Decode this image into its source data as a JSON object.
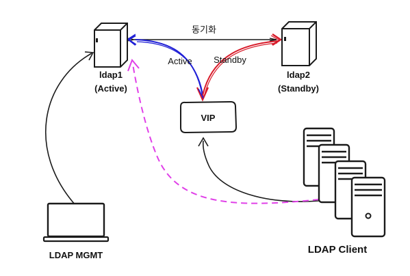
{
  "nodes": {
    "ldap1": {
      "name": "ldap1",
      "role": "(Active)"
    },
    "ldap2": {
      "name": "ldap2",
      "role": "(Standby)"
    },
    "vip": {
      "label": "VIP"
    },
    "mgmt": {
      "label": "LDAP MGMT"
    },
    "client": {
      "label": "LDAP Client"
    }
  },
  "edges": {
    "sync": "동기화",
    "active": "Active",
    "standby": "Standby"
  },
  "colors": {
    "stroke": "#1a1a1a",
    "active": "#1f1fd6",
    "standby": "#d81b2a",
    "mgmt_dashed": "#e040e8"
  }
}
